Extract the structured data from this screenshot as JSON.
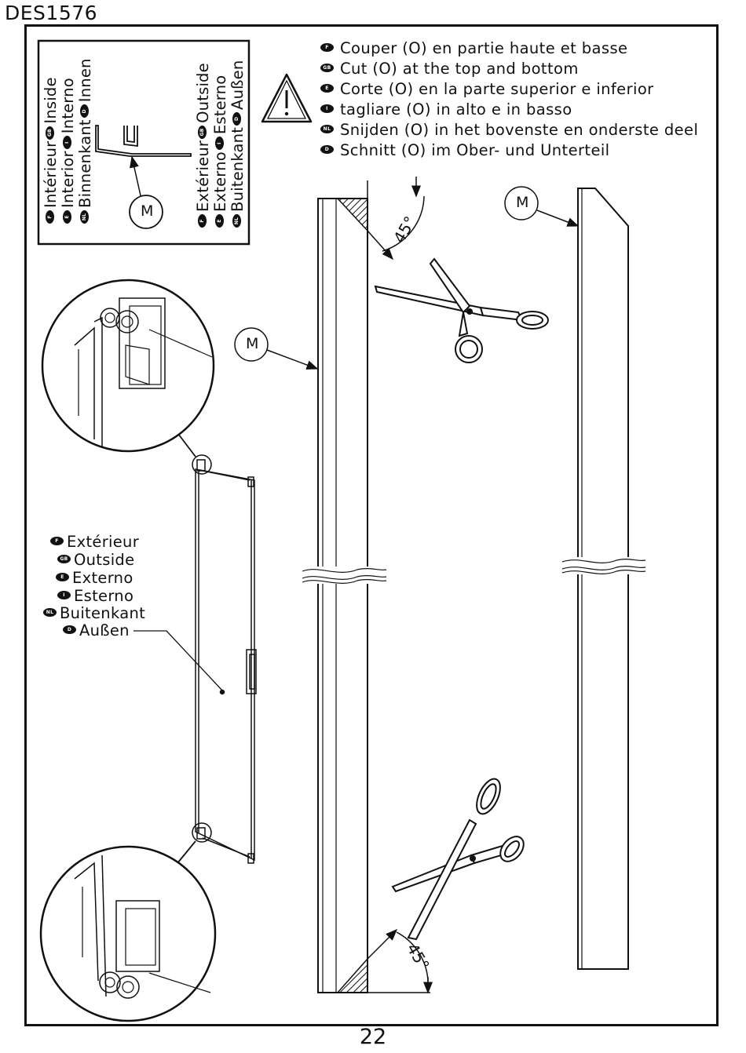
{
  "document": {
    "code": "DES1576",
    "page_number": "22"
  },
  "legend": {
    "left_lines": [
      [
        {
          "flag": "F",
          "text": "Intérieur"
        },
        {
          "flag": "GB",
          "text": "Inside"
        }
      ],
      [
        {
          "flag": "E",
          "text": "Interior"
        },
        {
          "flag": "I",
          "text": "Interno"
        }
      ],
      [
        {
          "flag": "NL",
          "text": "Binnenkant"
        },
        {
          "flag": "D",
          "text": "Innen"
        }
      ]
    ],
    "right_lines": [
      [
        {
          "flag": "F",
          "text": "Extérieur"
        },
        {
          "flag": "GB",
          "text": "Outside"
        }
      ],
      [
        {
          "flag": "E",
          "text": "Externo"
        },
        {
          "flag": "I",
          "text": "Esterno"
        }
      ],
      [
        {
          "flag": "NL",
          "text": "Buitenkant"
        },
        {
          "flag": "D",
          "text": "Außen"
        }
      ]
    ],
    "part_label": "M"
  },
  "instructions": [
    {
      "flag": "F",
      "text": "Couper (O) en partie haute et basse"
    },
    {
      "flag": "GB",
      "text": "Cut (O) at the top and bottom"
    },
    {
      "flag": "E",
      "text": "Corte (O) en la parte superior e inferior"
    },
    {
      "flag": "I",
      "text": "tagliare (O) in alto e in basso"
    },
    {
      "flag": "NL",
      "text": "Snijden (O) in het bovenste en onderste deel"
    },
    {
      "flag": "D",
      "text": "Schnitt (O) im Ober- und Unterteil"
    }
  ],
  "exterior_labels": [
    {
      "flag": "F",
      "text": "Extérieur"
    },
    {
      "flag": "GB",
      "text": "Outside"
    },
    {
      "flag": "E",
      "text": "Externo"
    },
    {
      "flag": "I",
      "text": "Esterno"
    },
    {
      "flag": "NL",
      "text": "Buitenkant"
    },
    {
      "flag": "D",
      "text": "Außen"
    }
  ],
  "part_labels": {
    "left_profile": "M",
    "right_profile": "M"
  },
  "angles": {
    "top_cut": "45°",
    "bottom_cut": "45°"
  }
}
